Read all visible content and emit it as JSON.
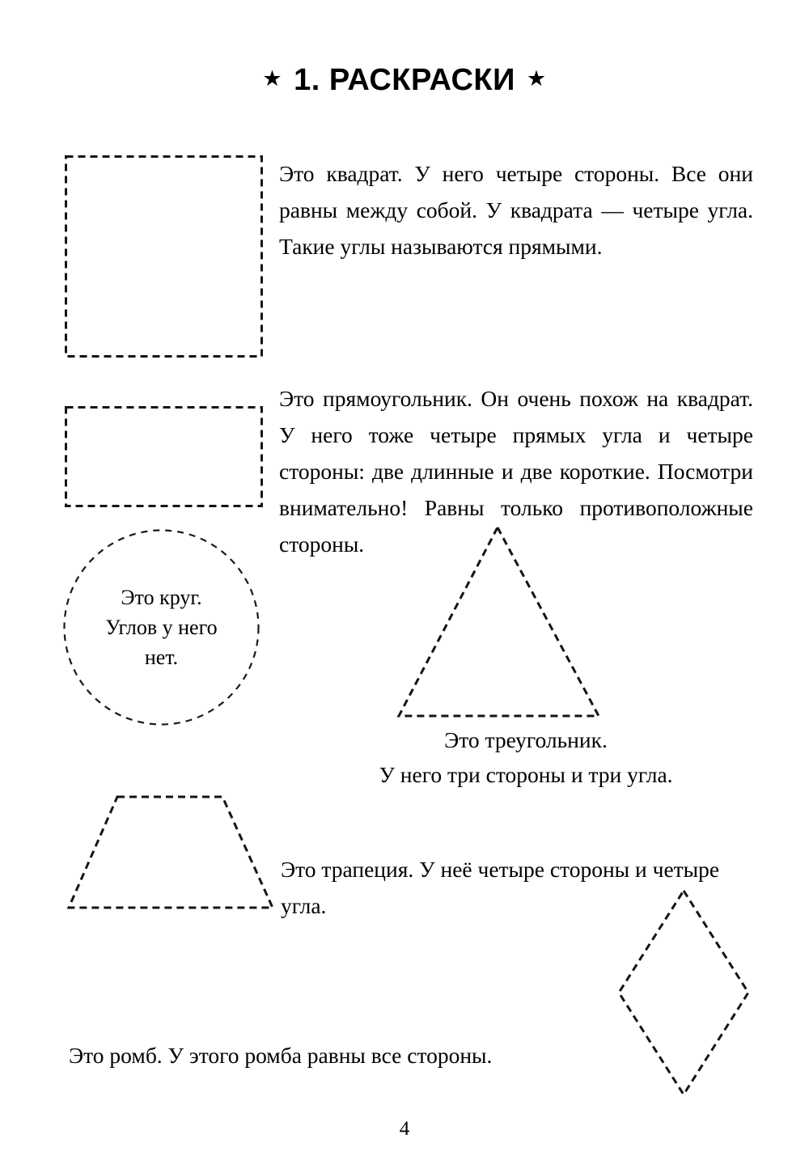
{
  "page": {
    "title": {
      "star_left": "★",
      "text": "1. РАСКРАСКИ",
      "star_right": "★"
    },
    "page_number": "4"
  },
  "sections": {
    "square": {
      "shape": "square-outline",
      "text": "Это квадрат. У него четыре стороны. Все они равны между собой. У квадрата — четыре угла. Такие углы называются прямыми."
    },
    "rectangle": {
      "shape": "rectangle-outline",
      "text": "Это прямоугольник. Он очень похож на квадрат. У него тоже четыре прямых угла и четыре стороны: две длинные и две короткие. Посмотри внимательно! Равны только противоположные стороны."
    },
    "circle": {
      "shape": "circle-outline",
      "line1": "Это круг.",
      "line2": "Углов у него",
      "line3": "нет."
    },
    "triangle": {
      "shape": "triangle-outline",
      "caption_line1": "Это треугольник.",
      "caption_line2": "У него три стороны и три угла."
    },
    "trapezoid": {
      "shape": "trapezoid-outline",
      "text": "Это трапеция. У неё четыре стороны и четыре угла."
    },
    "rhombus": {
      "shape": "rhombus-outline",
      "text": "Это ромб. У этого ромба равны все стороны."
    }
  },
  "colors": {
    "ink": "#000000",
    "outline": "#141414",
    "background": "#ffffff"
  }
}
